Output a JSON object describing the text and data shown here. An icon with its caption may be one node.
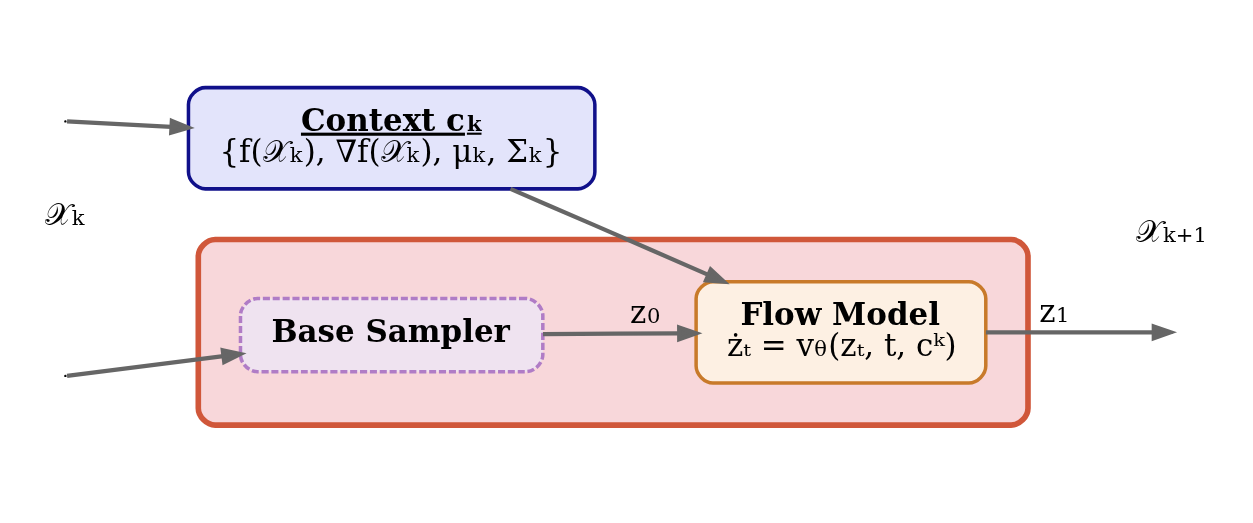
{
  "diagram": {
    "nodes": [
      {
        "text": [],
        "shape": "box"
      },
      {
        "text": [
          "Base Sampler"
        ],
        "in": 0
      },
      {
        "text": [
          "Flow Model",
          "żₜ = v$_{θ}$(zₜ, t, cᵏ)"
        ],
        "in": 0
      },
      {
        "text": [
          "Context c$^{k}$",
          "{f(𝒳$^{k}$), ∇f(𝒳$^{k}$), μ$^{k}$, Σ$^{k}$}"
        ]
      }
    ],
    "edges": [
      {
        "from": null,
        "to": 1,
        "arrow": "to"
      },
      {
        "from": null,
        "to": 3,
        "arrow": "to"
      },
      {
        "from": 1,
        "to": 2,
        "label": "z$_{0}$",
        "arrow": "to"
      },
      {
        "from": 3,
        "to": 2,
        "arrow": "to"
      },
      {
        "from": 2,
        "to": null,
        "label": "z$_{1}$",
        "arrow": "to"
      }
    ],
    "labels": [
      "𝒳$^{k}$",
      "𝒳$^{k+1}$"
    ]
  }
}
